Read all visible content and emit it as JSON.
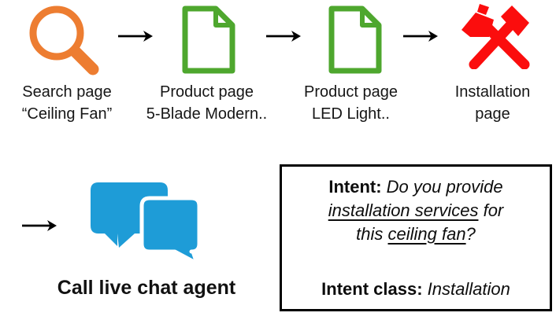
{
  "steps": [
    {
      "name": "search",
      "line1": "Search page",
      "line2": "“Ceiling Fan”"
    },
    {
      "name": "product-1",
      "line1": "Product page",
      "line2": "5-Blade Modern.."
    },
    {
      "name": "product-2",
      "line1": "Product page",
      "line2": "LED Light.."
    },
    {
      "name": "installation",
      "line1": "Installation",
      "line2": "page"
    }
  ],
  "chat_step": {
    "label": "Call live chat agent"
  },
  "intent_box": {
    "label": "Intent",
    "separator": ": ",
    "line1_italic": "Do you provide",
    "line2_underlined": "installation services",
    "line2_rest": " for",
    "line3_start": "this ",
    "line3_underlined": "ceiling fan",
    "line3_end": "?",
    "class_label": "Intent class",
    "class_separator": ": ",
    "class_value": "Installation"
  },
  "colors": {
    "search": "#ED7D31",
    "doc": "#4EA72E",
    "install": "#FB0D0D",
    "chat": "#1E9CD7",
    "ink": "#000000"
  }
}
